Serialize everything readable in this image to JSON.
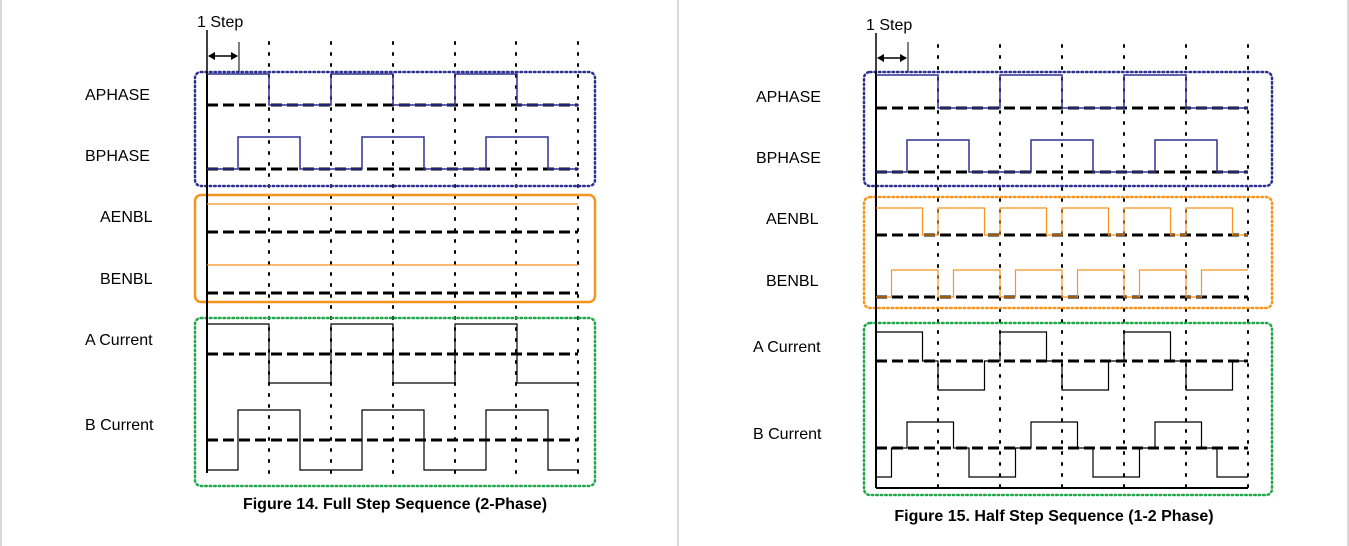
{
  "colors": {
    "phase_box": "#2e3192",
    "enable_box": "#f7941d",
    "current_box": "#22a84a",
    "phase_wave": "#2e3192",
    "enable_wave": "#f7941d",
    "current_wave": "#000000",
    "frame": "#b0b0b0"
  },
  "figures": [
    {
      "step_label": "1 Step",
      "signals": {
        "aphase": "APHASE",
        "bphase": "BPHASE",
        "aenbl": "AENBL",
        "benbl": "BENBL",
        "a_current": "A Current",
        "b_current": "B Current"
      },
      "caption": "Figure 14. Full Step Sequence (2-Phase)"
    },
    {
      "step_label": "1 Step",
      "signals": {
        "aphase": "APHASE",
        "bphase": "BPHASE",
        "aenbl": "AENBL",
        "benbl": "BENBL",
        "a_current": "A Current",
        "b_current": "B Current"
      },
      "caption": "Figure 15. Half Step Sequence (1-2 Phase)"
    }
  ]
}
